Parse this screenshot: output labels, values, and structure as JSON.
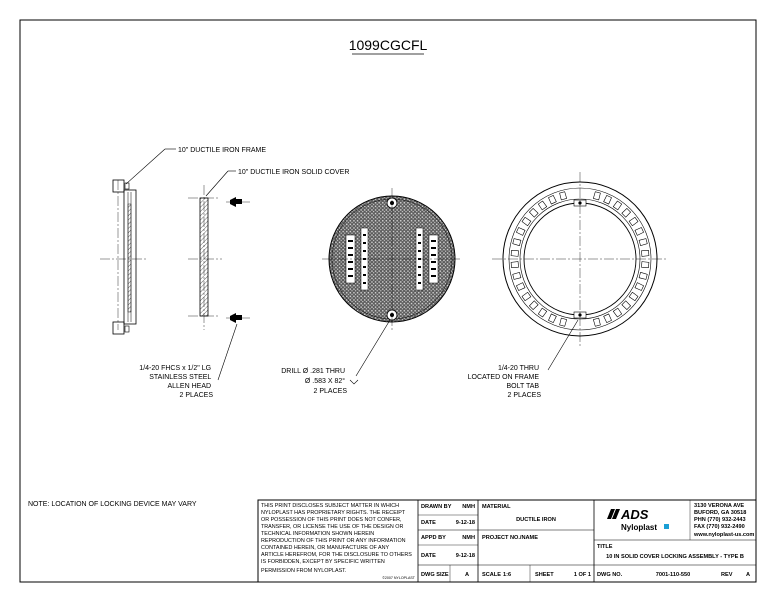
{
  "drawing": {
    "title": "1099CGCFL",
    "callouts": {
      "frame": "10\" DUCTILE IRON FRAME",
      "cover": "10\" DUCTILE IRON SOLID COVER",
      "screw": [
        "1/4-20 FHCS x 1/2\" LG",
        "STAINLESS STEEL",
        "ALLEN HEAD",
        "2 PLACES"
      ],
      "drill": [
        "DRILL Ø .281 THRU",
        "Ø .583 X 82°",
        "2 PLACES"
      ],
      "tab": [
        "1/4-20 THRU",
        "LOCATED ON FRAME",
        "BOLT TAB",
        "2 PLACES"
      ]
    },
    "note": "NOTE:  LOCATION OF LOCKING DEVICE MAY VARY"
  },
  "title_block": {
    "disclaimer": [
      "THIS PRINT DISCLOSES SUBJECT MATTER IN WHICH",
      "NYLOPLAST HAS PROPRIETARY RIGHTS.  THE RECEIPT",
      "OR POSSESSION OF THIS PRINT DOES NOT CONFER,",
      "TRANSFER, OR LICENSE THE USE OF THE DESIGN OR",
      "TECHNICAL INFORMATION SHOWN HEREIN",
      "REPRODUCTION OF THIS PRINT OR ANY INFORMATION",
      "CONTAINED HEREIN, OR MANUFACTURE OF ANY",
      "ARTICLE HEREFROM, FOR THE DISCLOSURE TO OTHERS",
      "IS FORBIDDEN, EXCEPT BY SPECIFIC WRITTEN",
      "PERMISSION FROM NYLOPLAST."
    ],
    "copyright": "©2007 NYLOPLAST",
    "drawn_by_label": "DRAWN BY",
    "drawn_by": "NMH",
    "date_label": "DATE",
    "date1": "9-12-18",
    "appd_by_label": "APPD BY",
    "appd_by": "NMH",
    "date2": "9-12-18",
    "dwg_size_label": "DWG SIZE",
    "dwg_size": "A",
    "material_label": "MATERIAL",
    "material": "DUCTILE IRON",
    "project_label": "PROJECT NO./NAME",
    "scale_label": "SCALE",
    "scale": "1:6",
    "sheet_label": "SHEET",
    "sheet": "1 OF 1",
    "logo_ads": "ADS",
    "logo_nyloplast": "Nyloplast",
    "address": [
      "3130 VERONA AVE",
      "BUFORD, GA 30518",
      "PHN (770) 932-2443",
      "FAX (770) 932-2490",
      "www.nyloplast-us.com"
    ],
    "title_label": "TITLE",
    "title": "10 IN SOLID COVER LOCKING ASSEMBLY - TYPE B",
    "dwg_no_label": "DWG NO.",
    "dwg_no": "7001-110-550",
    "rev_label": "REV",
    "rev": "A"
  },
  "colors": {
    "line": "#000000",
    "paper": "#ffffff",
    "logo_accent": "#1a9fd5"
  }
}
